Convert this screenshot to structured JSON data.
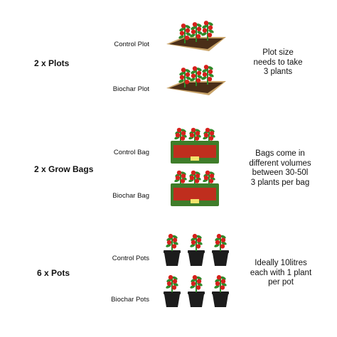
{
  "sections": [
    {
      "title": "2 x Plots",
      "items": [
        "Control Plot",
        "Biochar Plot"
      ],
      "note": "Plot size\nneeds to take\n3 plants"
    },
    {
      "title": "2 x Grow Bags",
      "items": [
        "Control Bag",
        "Biochar Bag"
      ],
      "note": "Bags come in\ndifferent volumes\nbetween 30-50l\n3 plants per bag"
    },
    {
      "title": "6 x Pots",
      "items": [
        "Control Pots",
        "Biochar Pots"
      ],
      "note": "Ideally 10litres\neach with 1 plant\nper pot"
    }
  ],
  "colors": {
    "soil": "#4a2e18",
    "plot_frame": "#c9a46a",
    "bag_green": "#3f7d2a",
    "tomato_red": "#d6201c",
    "stem_green": "#2f8a2a",
    "pot_black": "#1c1c1c"
  }
}
